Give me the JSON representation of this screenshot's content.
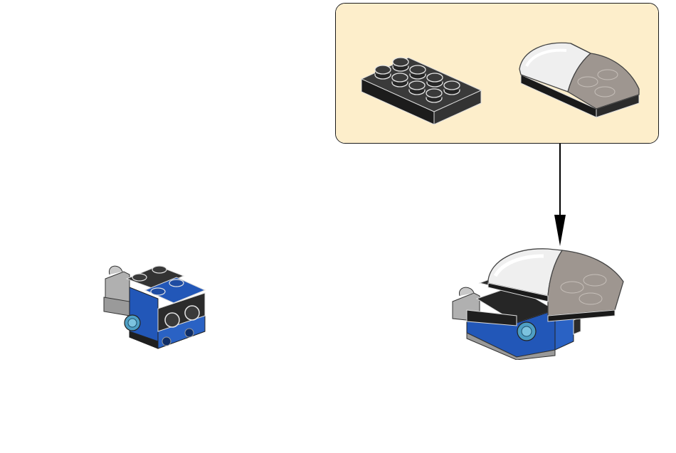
{
  "instruction_step": {
    "callout": {
      "background": "#fdeecb",
      "border": "#1a1a1a",
      "parts": [
        {
          "name": "black-plate-2x4",
          "color": "#2a2a2a"
        },
        {
          "name": "trans-clear-curved-slope",
          "color": "#e9e9e9"
        }
      ]
    },
    "arrow": {
      "direction": "down",
      "color": "#000000"
    },
    "colors": {
      "blue": "#2257b8",
      "black": "#2b2b2b",
      "grey": "#a7a7a7",
      "trans_blue": "#59a9c9",
      "trans_clear": "#e6e6e6"
    }
  }
}
